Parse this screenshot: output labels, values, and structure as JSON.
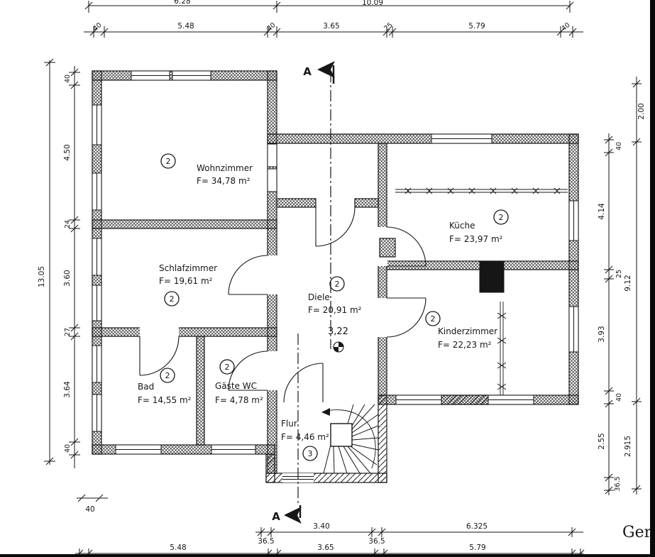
{
  "drawing_type": "floor-plan",
  "rooms": {
    "wohnzimmer": {
      "name": "Wohnzimmer",
      "area": "F= 34,78 m²",
      "mark": "2"
    },
    "schlafzimmer": {
      "name": "Schlafzimmer",
      "area": "F= 19,61 m²",
      "mark": "2"
    },
    "kueche": {
      "name": "Küche",
      "area": "F= 23,97 m²",
      "mark": "2"
    },
    "diele": {
      "name": "Diele",
      "area": "F= 20,91 m²",
      "mark": "2",
      "level": "3,22"
    },
    "kinderzimmer": {
      "name": "Kinderzimmer",
      "area": "F= 22,23 m²",
      "mark": "2"
    },
    "bad": {
      "name": "Bad",
      "area": "F= 14,55 m²",
      "mark": "2"
    },
    "gaeste_wc": {
      "name": "Gäste WC",
      "area": "F= 4,78 m²",
      "mark": "2"
    },
    "flur": {
      "name": "Flur",
      "area": "F= 4,46 m²",
      "mark": "3"
    }
  },
  "dimensions": {
    "top_totals": [
      "6.28",
      "10.09"
    ],
    "top_chain": [
      "40",
      "5.48",
      "40",
      "3.65",
      "25",
      "5.79",
      "40"
    ],
    "left_total": "13.05",
    "left_chain": [
      "40",
      "4.50",
      "24",
      "3.60",
      "27",
      "3.64",
      "40"
    ],
    "left_corner": "40",
    "right_chain": [
      "40",
      "4.14",
      "25",
      "3.93",
      "40",
      "2.55",
      "36.5"
    ],
    "right_outer": [
      "2.00",
      "9.12",
      "2.915"
    ],
    "bottom_chain": [
      "36.5",
      "3.40",
      "36.5",
      "6.325"
    ],
    "bottom_chain2": [
      "5.48",
      "3.65",
      "5.79"
    ]
  },
  "section": {
    "label": "A"
  },
  "corner_text": "Ger",
  "colors": {
    "ink": "#161616",
    "paper": "#ffffff"
  }
}
